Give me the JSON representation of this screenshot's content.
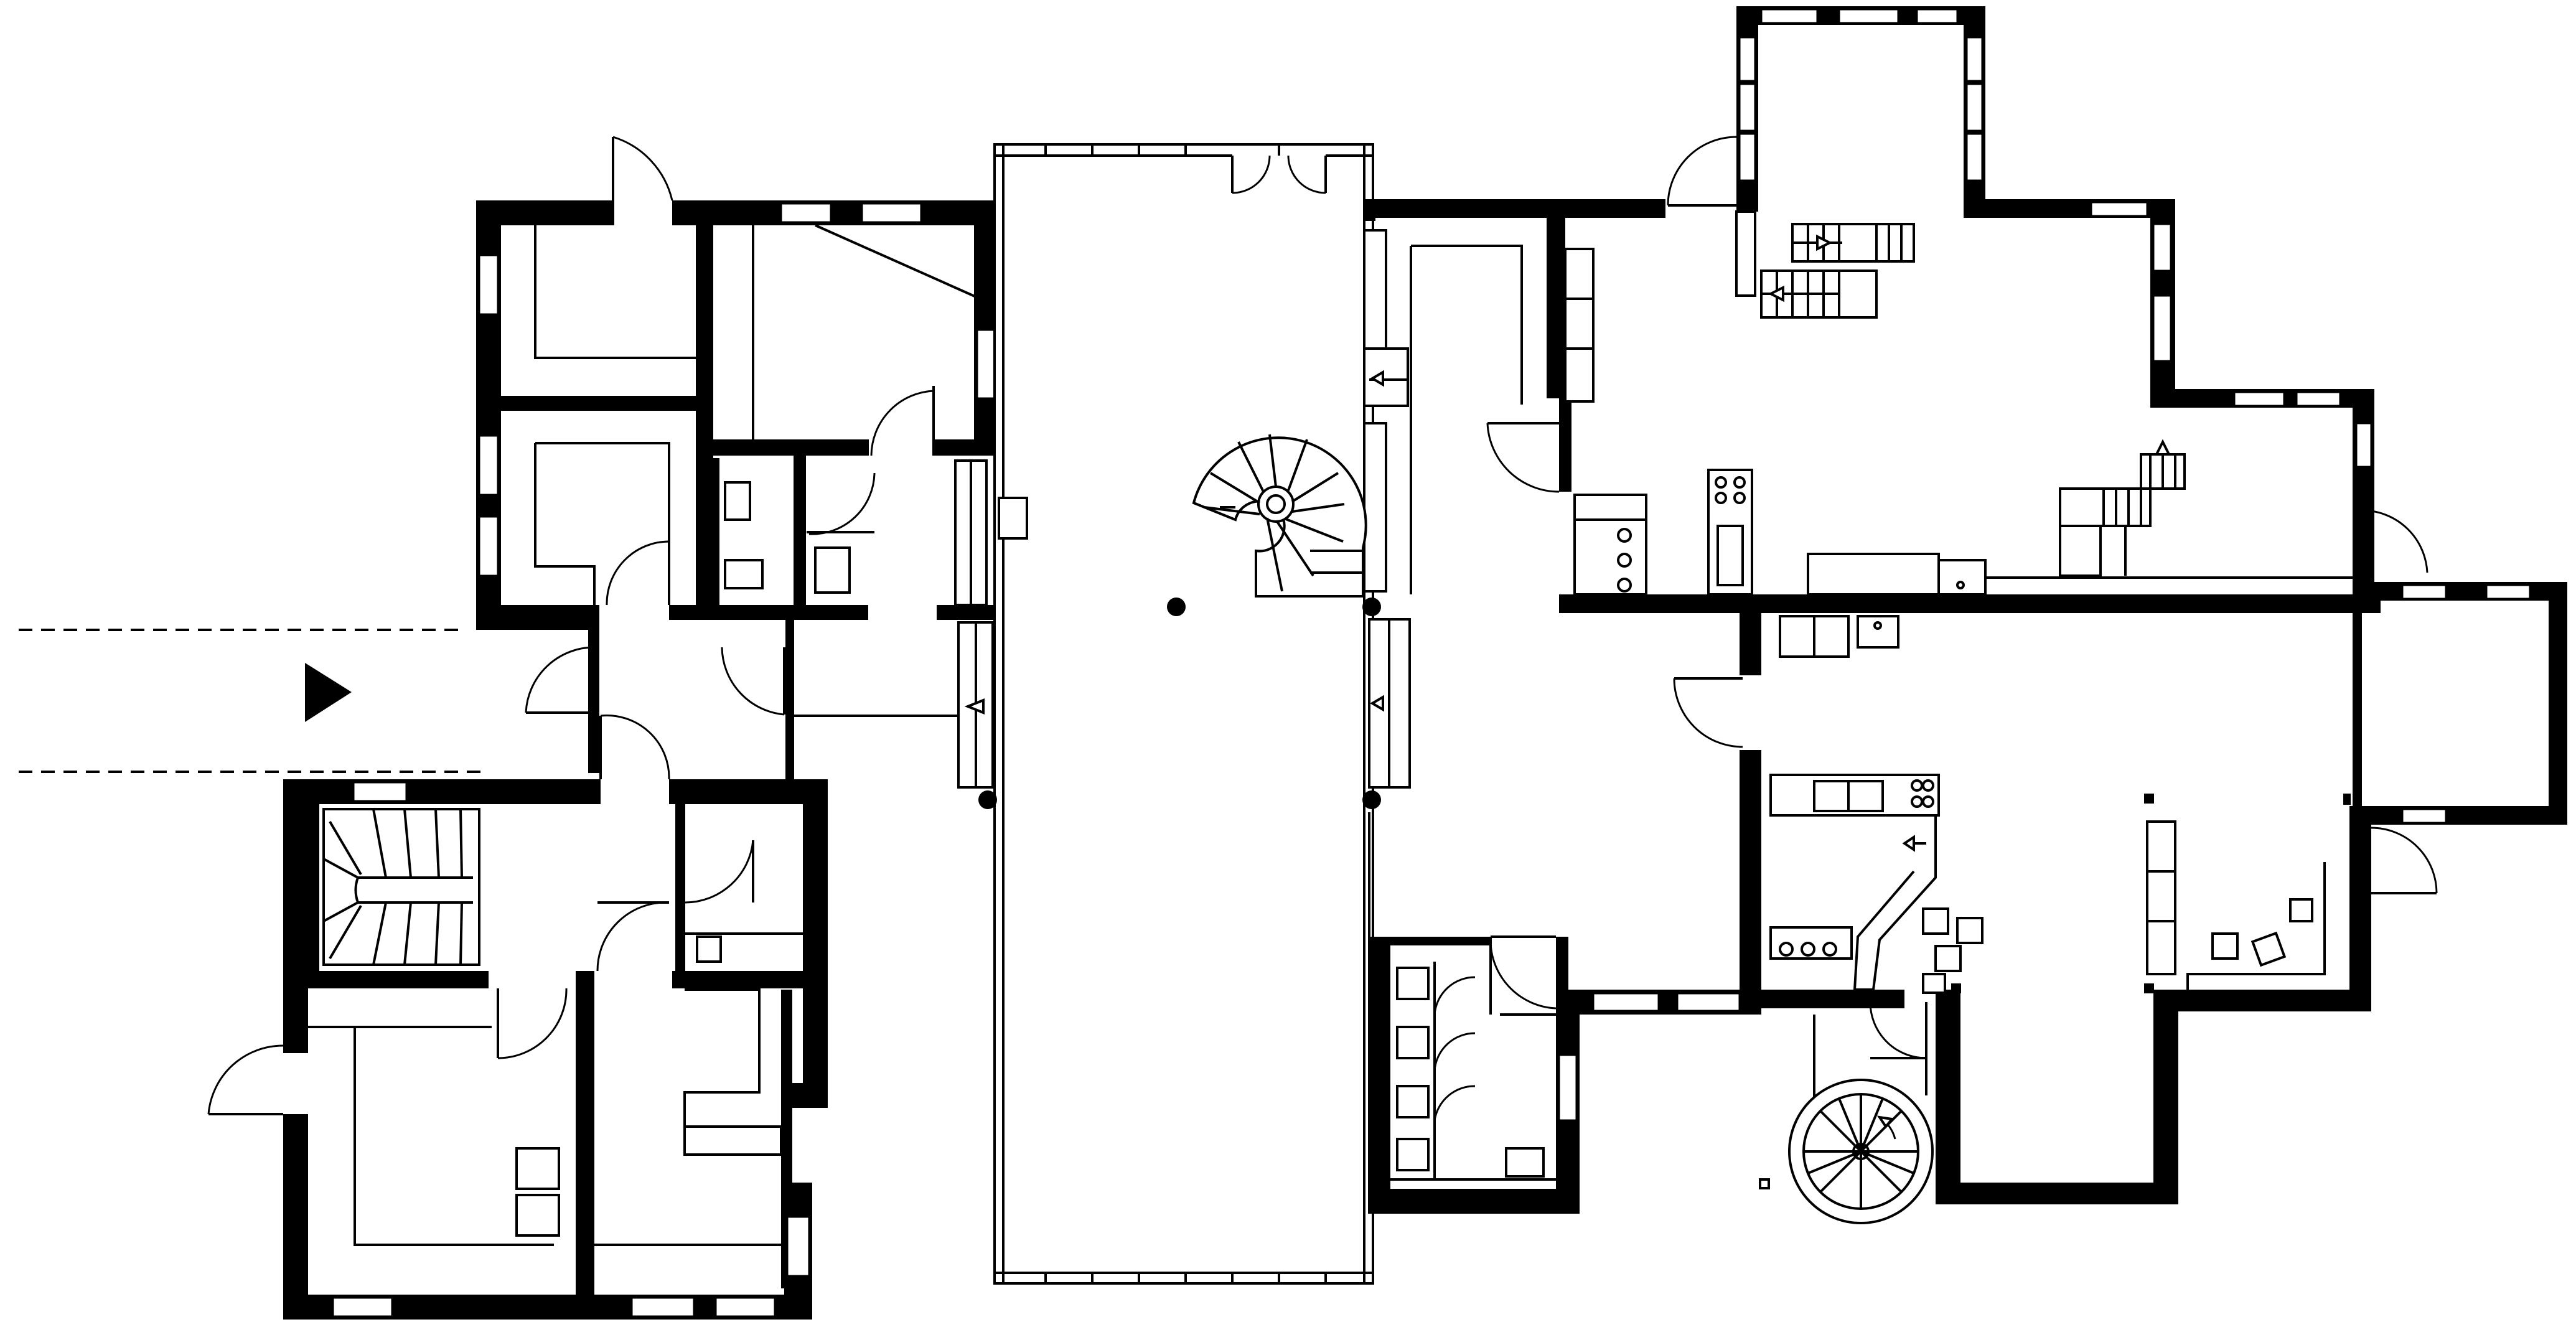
{
  "plan": {
    "kind": "architectural floor plan",
    "text_labels": [],
    "colors": {
      "walls": "#000000",
      "background": "#ffffff"
    },
    "entrance_marker": "play-triangle-icon",
    "wings": [
      "west-wing",
      "central-hall",
      "east-wing"
    ],
    "stairs": [
      "west-quarter-turn-stair",
      "central-spiral-stair",
      "east-straight-stair",
      "east-small-stair",
      "south-spiral-stair"
    ]
  }
}
